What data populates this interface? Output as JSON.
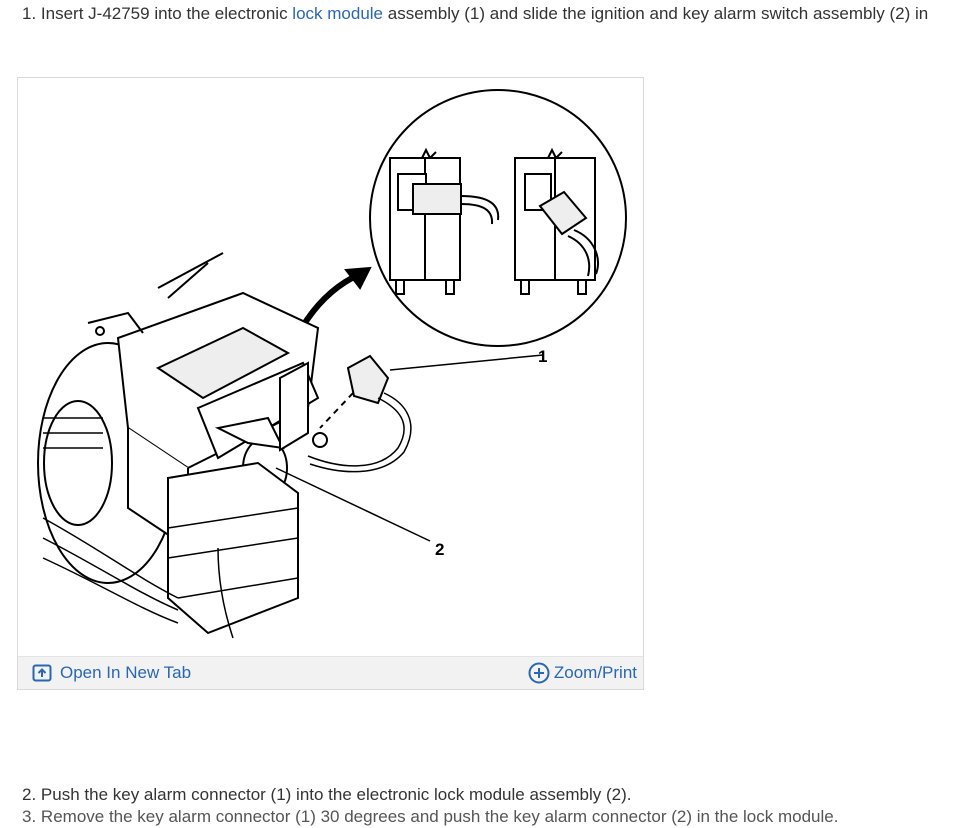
{
  "steps": [
    {
      "number": "1.",
      "pre": "Insert J-42759 into the electronic ",
      "link": "lock module",
      "post": " assembly (1) and slide the ignition and key alarm switch assembly (2) in"
    },
    {
      "number": "2.",
      "text": "Push the key alarm connector (1) into the electronic lock module assembly (2)."
    },
    {
      "number": "3.",
      "text": "Remove the key alarm connector (1) 30 degrees and push the key alarm connector (2) in the lock module."
    }
  ],
  "figure": {
    "callouts": [
      "1",
      "2"
    ],
    "open_tab_label": "Open In New Tab",
    "open_tab_icon": "open-new-tab-icon",
    "zoom_label": "Zoom/Print",
    "zoom_icon": "plus-circle-icon"
  },
  "colors": {
    "link": "#2a67b1",
    "text": "#333333",
    "bar": "#f2f2f2"
  }
}
